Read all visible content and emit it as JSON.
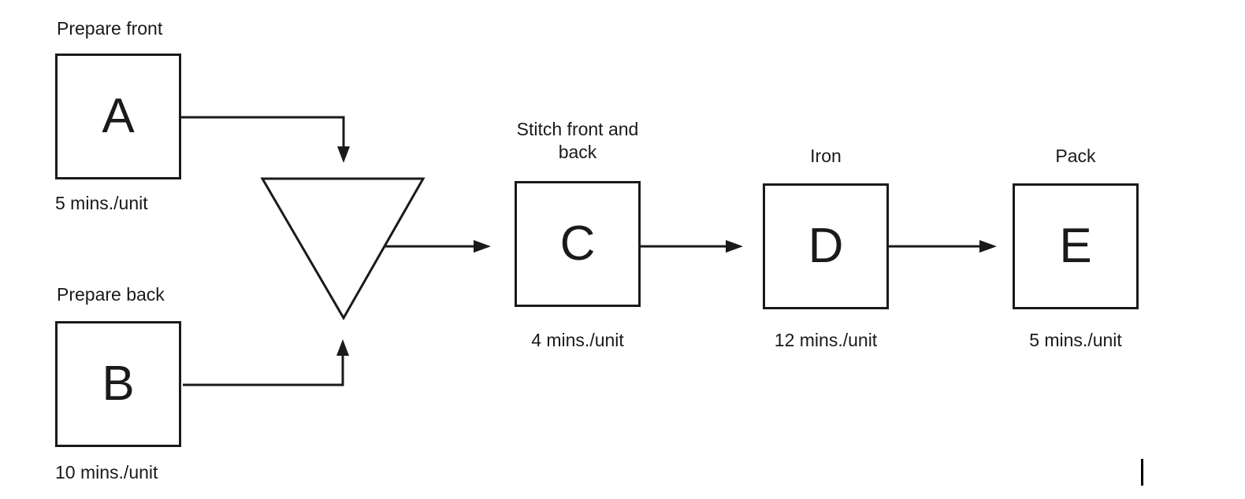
{
  "diagram": {
    "type": "process-flow",
    "stations": [
      {
        "letter": "A",
        "label": "Prepare front",
        "rate": "5 mins./unit"
      },
      {
        "letter": "B",
        "label": "Prepare back",
        "rate": "10 mins./unit"
      },
      {
        "letter": "C",
        "label": "Stitch front and back",
        "rate": "4 mins./unit"
      },
      {
        "letter": "D",
        "label": "Iron",
        "rate": "12 mins./unit"
      },
      {
        "letter": "E",
        "label": "Pack",
        "rate": "5 mins./unit"
      }
    ],
    "buffer": {
      "symbol": "inventory-triangle-icon",
      "shape": "inverted-triangle"
    },
    "flows": [
      {
        "from": "A",
        "to": "buffer"
      },
      {
        "from": "B",
        "to": "buffer"
      },
      {
        "from": "buffer",
        "to": "C"
      },
      {
        "from": "C",
        "to": "D"
      },
      {
        "from": "D",
        "to": "E"
      }
    ],
    "colors": {
      "line": "#1a1a1a",
      "background": "#ffffff"
    },
    "artifacts": [
      "text-caret-mark"
    ]
  }
}
